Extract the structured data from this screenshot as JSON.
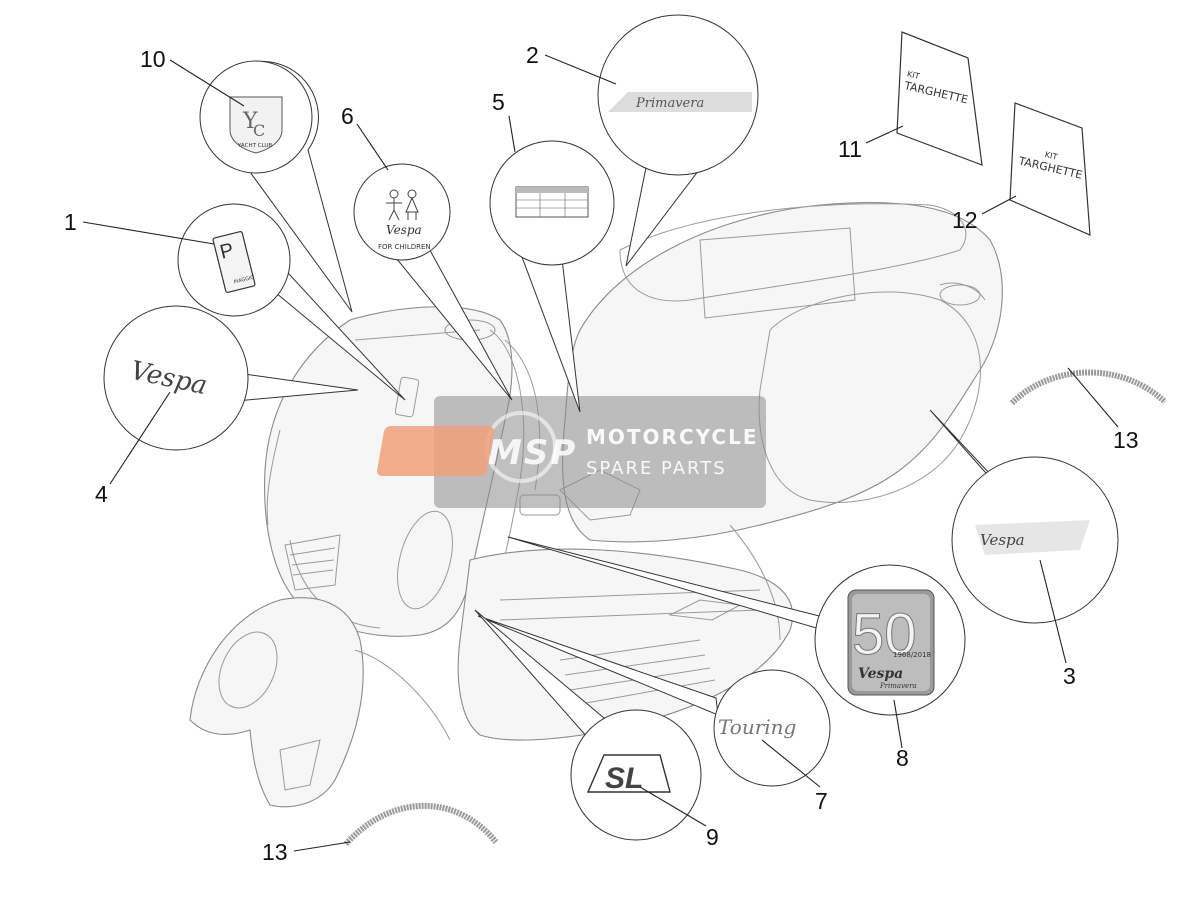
{
  "callouts": [
    {
      "id": "c1",
      "number": "1"
    },
    {
      "id": "c2",
      "number": "2"
    },
    {
      "id": "c3",
      "number": "3"
    },
    {
      "id": "c4",
      "number": "4"
    },
    {
      "id": "c5",
      "number": "5"
    },
    {
      "id": "c6",
      "number": "6"
    },
    {
      "id": "c7",
      "number": "7"
    },
    {
      "id": "c8",
      "number": "8"
    },
    {
      "id": "c9",
      "number": "9"
    },
    {
      "id": "c10",
      "number": "10"
    },
    {
      "id": "c11",
      "number": "11"
    },
    {
      "id": "c12",
      "number": "12"
    },
    {
      "id": "c13a",
      "number": "13"
    },
    {
      "id": "c13b",
      "number": "13"
    }
  ],
  "labels": {
    "kit_line1": "KIT",
    "kit_line2": "TARGHETTE",
    "kit2_line1": "KIT",
    "kit2_line2": "TARGHETTE",
    "yacht_club": "YACHT CLUB",
    "vespa_script": "Vespa",
    "for_children": "FOR CHILDREN",
    "primavera": "Primavera",
    "touring": "Touring",
    "sl": "SL",
    "fifty": "50",
    "years": "1968/2018",
    "piaggio": "PIAGGIO",
    "p_letter": "P"
  },
  "watermark": {
    "logo": "MSP",
    "line1": "MOTORCYCLE",
    "line2": "SPARE PARTS"
  }
}
